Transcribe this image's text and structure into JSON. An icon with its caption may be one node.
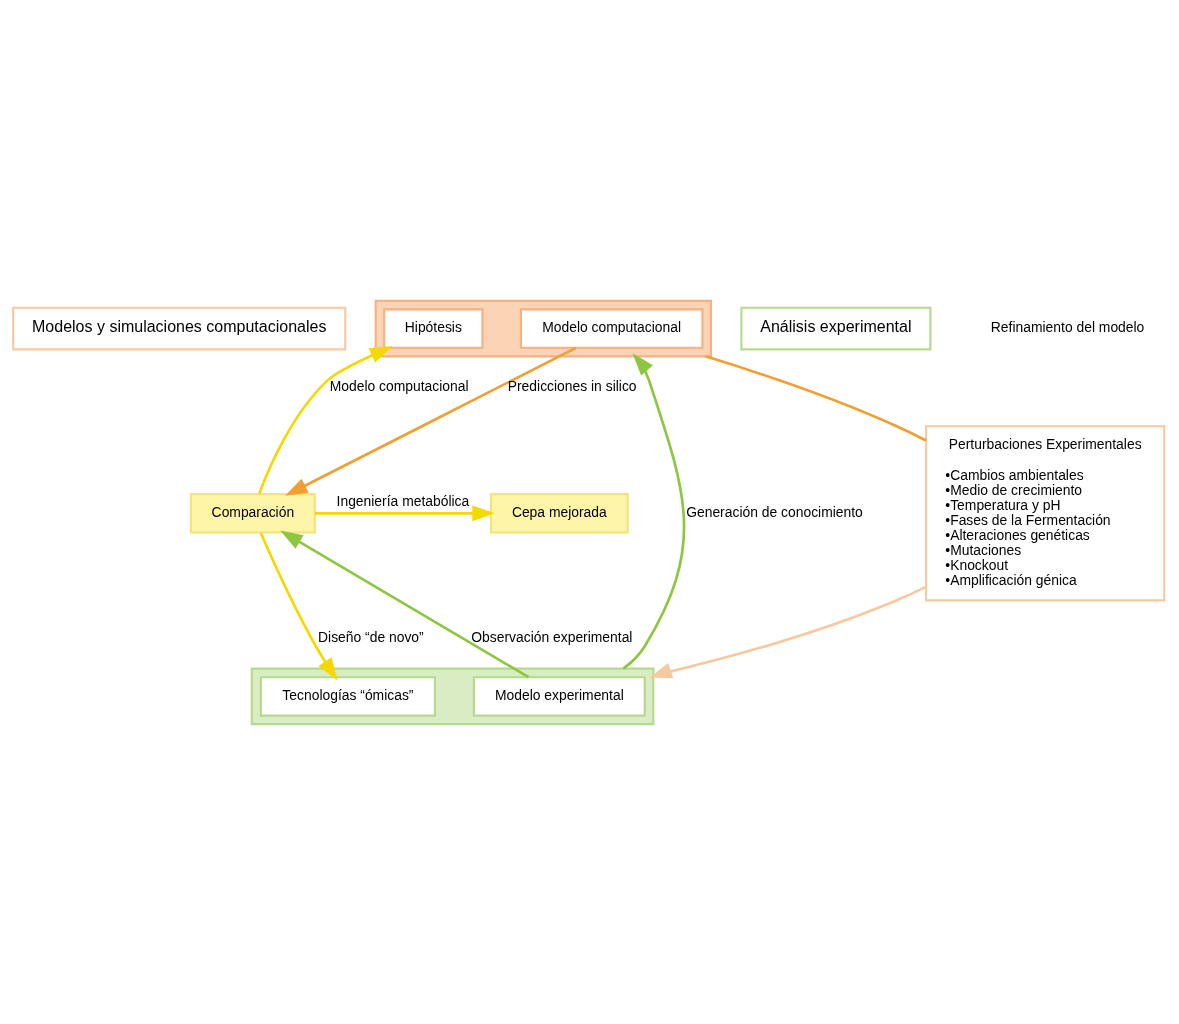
{
  "diagram": {
    "nodes": [
      {
        "text": [
          "Modelos y simulaciones computacionales"
        ]
      },
      {
        "text": [],
        "shape": "box"
      },
      {
        "text": [
          "Modelo computacional"
        ],
        "in": 1
      },
      {
        "text": [
          "Hipótesis"
        ],
        "in": 1
      },
      {
        "text": [
          "Perturbaciones Experimentales",
          "•Cambios ambientales",
          "•Medio de crecimiento",
          "•Temperatura y pH",
          "•Fases de la Fermentación",
          "•Alteraciones genéticas",
          "•Mutaciones",
          "•Knockout",
          "•Amplificación génica"
        ]
      },
      {
        "text": [
          "Comparación"
        ]
      },
      {
        "text": [
          "Cepa mejorada"
        ]
      },
      {
        "text": [],
        "shape": "box"
      },
      {
        "text": [
          "Modelo experimental"
        ],
        "in": 7
      },
      {
        "text": [
          "Tecnologías “ómicas”"
        ],
        "in": 7
      },
      {
        "text": [
          "Análisis experimental"
        ]
      }
    ],
    "edges": [
      {
        "from": 2,
        "to": 5,
        "arrow": "to",
        "label": "Predicciones in silico",
        "color": "#f0a030"
      },
      {
        "from": 5,
        "to": 3,
        "arrow": "to",
        "label": "Modelo computacional",
        "color": "#f5d800"
      },
      {
        "from": 8,
        "to": 5,
        "arrow": "to",
        "label": "Observación experimental",
        "color": "#8dc63f"
      },
      {
        "from": 5,
        "to": 9,
        "arrow": "to",
        "label": "Diseño “de novo”",
        "color": "#f5d800"
      },
      {
        "from": 5,
        "to": 6,
        "arrow": "to",
        "label": "Ingeniería metabólica",
        "color": "#f5d800"
      },
      {
        "from": 1,
        "to": 4,
        "arrow": "none",
        "color": "#f0a030"
      },
      {
        "from": 4,
        "to": 7,
        "arrow": "to",
        "color": "#f8c9a0"
      },
      {
        "from": 7,
        "to": 1,
        "arrow": "to",
        "label": "Generación de conocimiento",
        "color": "#8dc63f"
      }
    ],
    "labels": [
      "Refinamiento del modelo"
    ]
  }
}
